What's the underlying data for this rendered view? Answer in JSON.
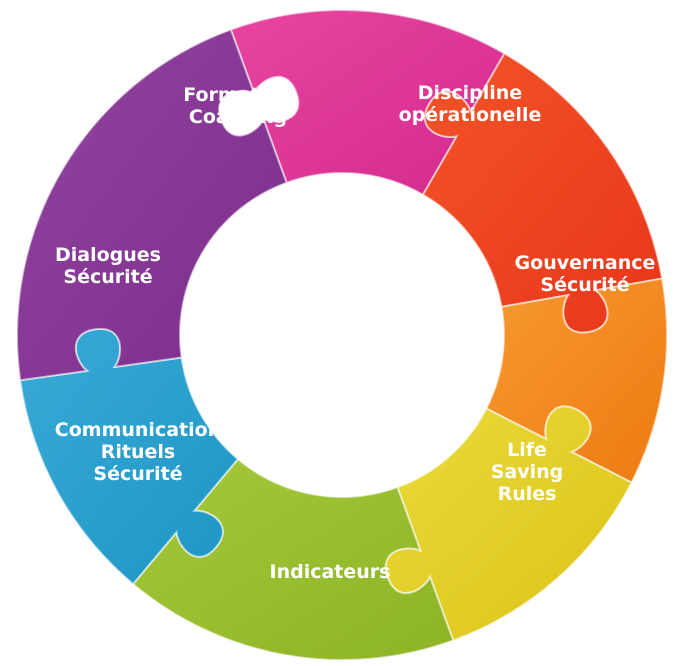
{
  "diagram": {
    "segments": [
      {
        "id": "formation-coaching",
        "lines": [
          "Formation",
          "Coaching"
        ],
        "color": "#d42a8f",
        "color_light": "#e8459f"
      },
      {
        "id": "discipline-operationnelle",
        "lines": [
          "Discipline",
          "opérationelle"
        ],
        "color": "#e8361a",
        "color_light": "#f25428"
      },
      {
        "id": "gouvernance-securite",
        "lines": [
          "Gouvernance",
          "Sécurité"
        ],
        "color": "#ee7a12",
        "color_light": "#f69a30"
      },
      {
        "id": "life-saving-rules",
        "lines": [
          "Life",
          "Saving",
          "Rules"
        ],
        "color": "#dcc218",
        "color_light": "#eadb3a"
      },
      {
        "id": "indicateurs",
        "lines": [
          "Indicateurs"
        ],
        "color": "#8cb424",
        "color_light": "#a6c83c"
      },
      {
        "id": "communication-rituels-securite",
        "lines": [
          "Communication",
          "Rituels",
          "Sécurité"
        ],
        "color": "#1d95c4",
        "color_light": "#3aaad6"
      },
      {
        "id": "dialogues-securite",
        "lines": [
          "Dialogues",
          "Sécurité"
        ],
        "color": "#7b2d8c",
        "color_light": "#93449f"
      }
    ],
    "center_fill": "#ffffff"
  }
}
